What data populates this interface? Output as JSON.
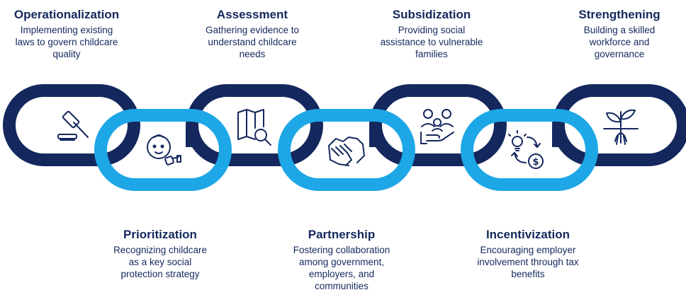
{
  "stages": [
    {
      "id": "operationalization",
      "title": "Operationalization",
      "desc": "Implementing existing\nlaws to govern childcare\nquality",
      "icon": "gavel-icon"
    },
    {
      "id": "prioritization",
      "title": "Prioritization",
      "desc": "Recognizing childcare\nas a key social\nprotection strategy",
      "icon": "baby-icon"
    },
    {
      "id": "assessment",
      "title": "Assessment",
      "desc": "Gathering evidence to\nunderstand childcare\nneeds",
      "icon": "map-search-icon"
    },
    {
      "id": "partnership",
      "title": "Partnership",
      "desc": "Fostering collaboration\namong government,\nemployers, and\ncommunities",
      "icon": "handshake-icon"
    },
    {
      "id": "subsidization",
      "title": "Subsidization",
      "desc": "Providing social\nassistance to vulnerable\nfamilies",
      "icon": "family-hand-icon"
    },
    {
      "id": "incentivization",
      "title": "Incentivization",
      "desc": "Encouraging employer\ninvolvement through tax\nbenefits",
      "icon": "idea-money-icon"
    },
    {
      "id": "strengthening",
      "title": "Strengthening",
      "desc": "Building a skilled\nworkforce and\ngovernance",
      "icon": "sprout-icon"
    }
  ],
  "colors": {
    "dark_navy": "#14285e",
    "light_blue": "#1ea7e6",
    "icon_color": "#14285e"
  }
}
